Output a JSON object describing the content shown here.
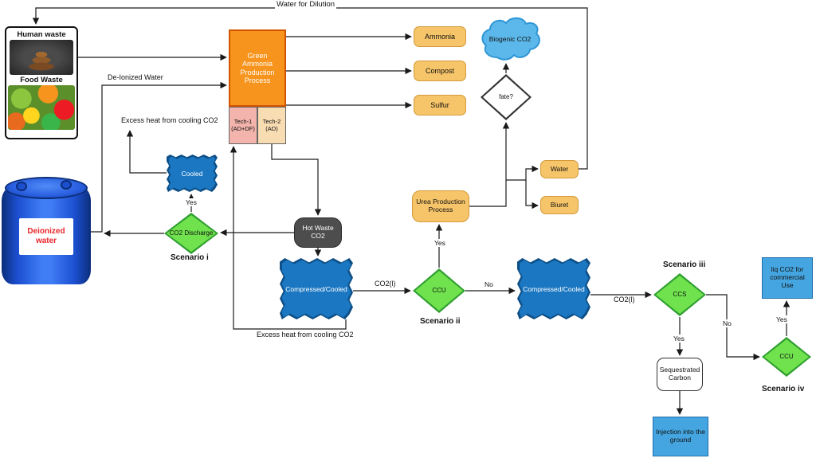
{
  "labels": {
    "water_for_dilution": "Water for Dilution",
    "de_ionized_water": "De-Ionized Water",
    "excess_heat_top": "Excess heat from cooling CO2",
    "excess_heat_bottom": "Excess heat from cooling CO2",
    "co2_liquid_a": "CO2(l)",
    "co2_liquid_b": "CO2(l)",
    "yes_cooled": "Yes",
    "yes_urea": "Yes",
    "no_ccu1": "No",
    "yes_ccs": "Yes",
    "no_ccs": "No",
    "yes_ccu2": "Yes"
  },
  "nodes": {
    "waste_box": {
      "human_title": "Human waste",
      "food_title": "Food Waste"
    },
    "barrel": {
      "label": "Deionized water"
    },
    "green_ammonia": {
      "label": "Green Ammonia Production Process"
    },
    "tech1": {
      "name": "Tech-1",
      "sub": "(AD+DF)"
    },
    "tech2": {
      "name": "Tech-2",
      "sub": "(AD)"
    },
    "ammonia": {
      "label": "Ammonia"
    },
    "compost": {
      "label": "Compost"
    },
    "sulfur": {
      "label": "Sulfur"
    },
    "biogenic_co2": {
      "label": "Biogenic CO2"
    },
    "fate": {
      "label": "fate?"
    },
    "water": {
      "label": "Water"
    },
    "biuret": {
      "label": "Biuret"
    },
    "urea": {
      "label": "Urea Production Process"
    },
    "cooled": {
      "label": "Cooled"
    },
    "co2_discharge": {
      "label": "CO2 Discharge"
    },
    "hot_waste": {
      "label": "Hot Waste CO2"
    },
    "compressed1": {
      "label": "Compressed/Cooled"
    },
    "ccu1": {
      "label": "CCU"
    },
    "compressed2": {
      "label": "Compressed/Cooled"
    },
    "ccs": {
      "label": "CCS"
    },
    "sequestrated": {
      "label": "Sequestrated Carbon"
    },
    "injection": {
      "label": "Injection into the ground"
    },
    "liq_co2": {
      "label": "liq CO2 for commercial Use"
    },
    "ccu2": {
      "label": "CCU"
    }
  },
  "scenarios": {
    "i": "Scenario i",
    "ii": "Scenario ii",
    "iii": "Scenario iii",
    "iv": "Scenario iv"
  },
  "colors": {
    "node-orange": "#f6c469",
    "node-orange-border": "#d49a3a",
    "process-orange": "#f7941d",
    "process-border": "#d35400",
    "tech1-pink": "#f2b4ac",
    "tech2-tan": "#f8dcb2",
    "blue-box": "#1b77c2",
    "blue-box-border": "#0d4f86",
    "light-blue": "#45a5e0",
    "light-blue-border": "#1f6fae",
    "green": "#70e24e",
    "green-border": "#2f9e2f",
    "gray-node": "#4d4d4d",
    "cloud-blue": "#5cb8ea",
    "cloud-border": "#2e96d6",
    "line": "#1a1a1a"
  }
}
